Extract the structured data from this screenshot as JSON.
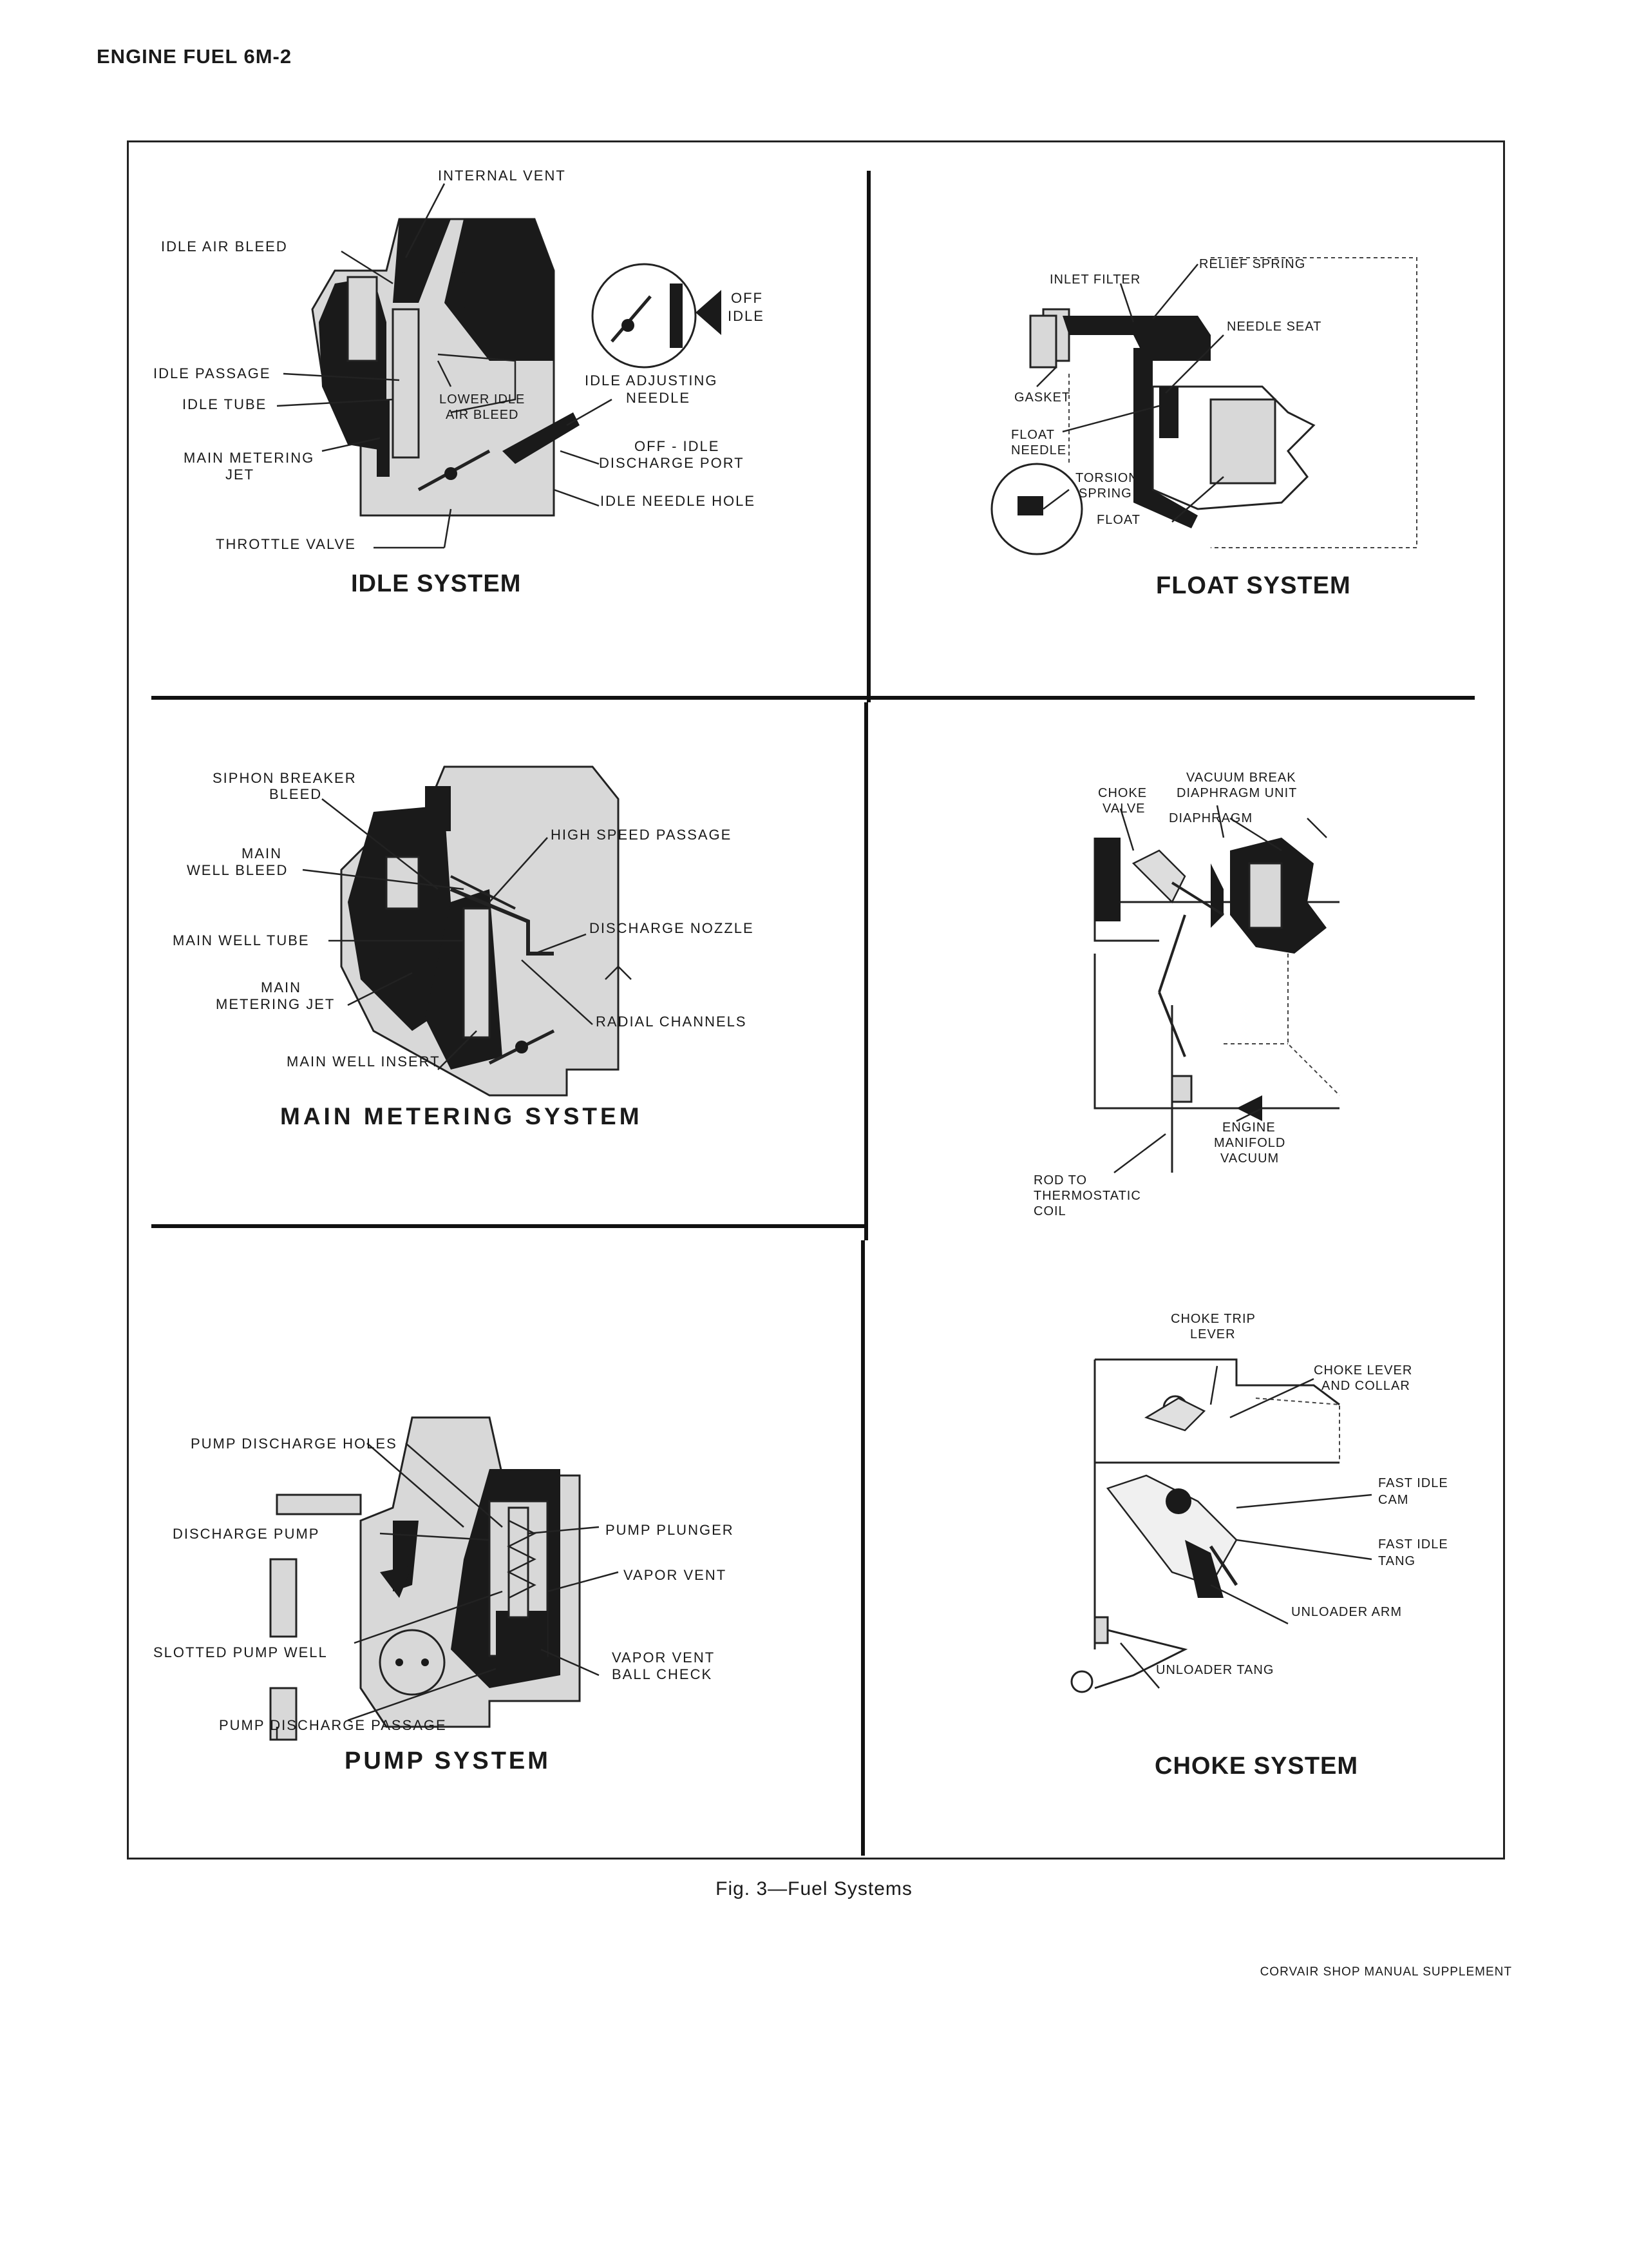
{
  "header": {
    "title": "ENGINE FUEL 6M-2"
  },
  "idle_system": {
    "title": "IDLE SYSTEM",
    "labels": {
      "internal_vent": "INTERNAL VENT",
      "idle_air_bleed": "IDLE AIR BLEED",
      "off_idle_a": "OFF",
      "off_idle_b": "IDLE",
      "idle_passage": "IDLE PASSAGE",
      "idle_tube": "IDLE TUBE",
      "lower_idle_a": "LOWER IDLE",
      "lower_idle_b": "AIR BLEED",
      "idle_adjusting_a": "IDLE ADJUSTING",
      "idle_adjusting_b": "NEEDLE",
      "main_metering_a": "MAIN METERING",
      "main_metering_b": "JET",
      "discharge_port_a": "OFF - IDLE",
      "discharge_port_b": "DISCHARGE PORT",
      "idle_needle_hole": "IDLE NEEDLE HOLE",
      "throttle_valve": "THROTTLE VALVE"
    }
  },
  "float_system": {
    "title": "FLOAT SYSTEM",
    "labels": {
      "relief_spring": "RELIEF SPRING",
      "inlet_filter": "INLET FILTER",
      "needle_seat": "NEEDLE SEAT",
      "gasket": "GASKET",
      "float_needle_a": "FLOAT",
      "float_needle_b": "NEEDLE",
      "torsion_spring_a": "TORSION",
      "torsion_spring_b": "SPRING",
      "float": "FLOAT"
    }
  },
  "main_metering_system": {
    "title": "MAIN METERING SYSTEM",
    "labels": {
      "siphon_a": "SIPHON BREAKER",
      "siphon_b": "BLEED",
      "high_speed_passage": "HIGH SPEED PASSAGE",
      "main_well_bleed_a": "MAIN",
      "main_well_bleed_b": "WELL BLEED",
      "main_well_tube": "MAIN WELL TUBE",
      "discharge_nozzle": "DISCHARGE NOZZLE",
      "main_metering_jet_a": "MAIN",
      "main_metering_jet_b": "METERING JET",
      "radial_channels": "RADIAL CHANNELS",
      "main_well_insert": "MAIN WELL INSERT"
    }
  },
  "vacuum_break": {
    "labels": {
      "vacuum_break_a": "VACUUM BREAK",
      "vacuum_break_b": "DIAPHRAGM UNIT",
      "choke_valve_a": "CHOKE",
      "choke_valve_b": "VALVE",
      "diaphragm": "DIAPHRAGM",
      "engine_vacuum_a": "ENGINE",
      "engine_vacuum_b": "MANIFOLD",
      "engine_vacuum_c": "VACUUM",
      "rod_a": "ROD TO",
      "rod_b": "THERMOSTATIC",
      "rod_c": "COIL"
    }
  },
  "pump_system": {
    "title": "PUMP SYSTEM",
    "labels": {
      "pump_discharge_holes": "PUMP DISCHARGE HOLES",
      "discharge_pump": "DISCHARGE PUMP",
      "pump_plunger": "PUMP PLUNGER",
      "vapor_vent": "VAPOR VENT",
      "slotted_pump_well": "SLOTTED PUMP WELL",
      "vapor_vent_ball_a": "VAPOR VENT",
      "vapor_vent_ball_b": "BALL CHECK",
      "pump_discharge_passage": "PUMP DISCHARGE PASSAGE"
    }
  },
  "choke_system": {
    "title": "CHOKE SYSTEM",
    "labels": {
      "choke_trip_a": "CHOKE TRIP",
      "choke_trip_b": "LEVER",
      "choke_lever_a": "CHOKE LEVER",
      "choke_lever_b": "AND COLLAR",
      "fast_idle_cam_a": "FAST IDLE",
      "fast_idle_cam_b": "CAM",
      "fast_idle_tang_a": "FAST IDLE",
      "fast_idle_tang_b": "TANG",
      "unloader_arm": "UNLOADER ARM",
      "unloader_tang": "UNLOADER TANG"
    }
  },
  "caption": "Fig. 3—Fuel Systems",
  "footer": "CORVAIR SHOP MANUAL SUPPLEMENT"
}
